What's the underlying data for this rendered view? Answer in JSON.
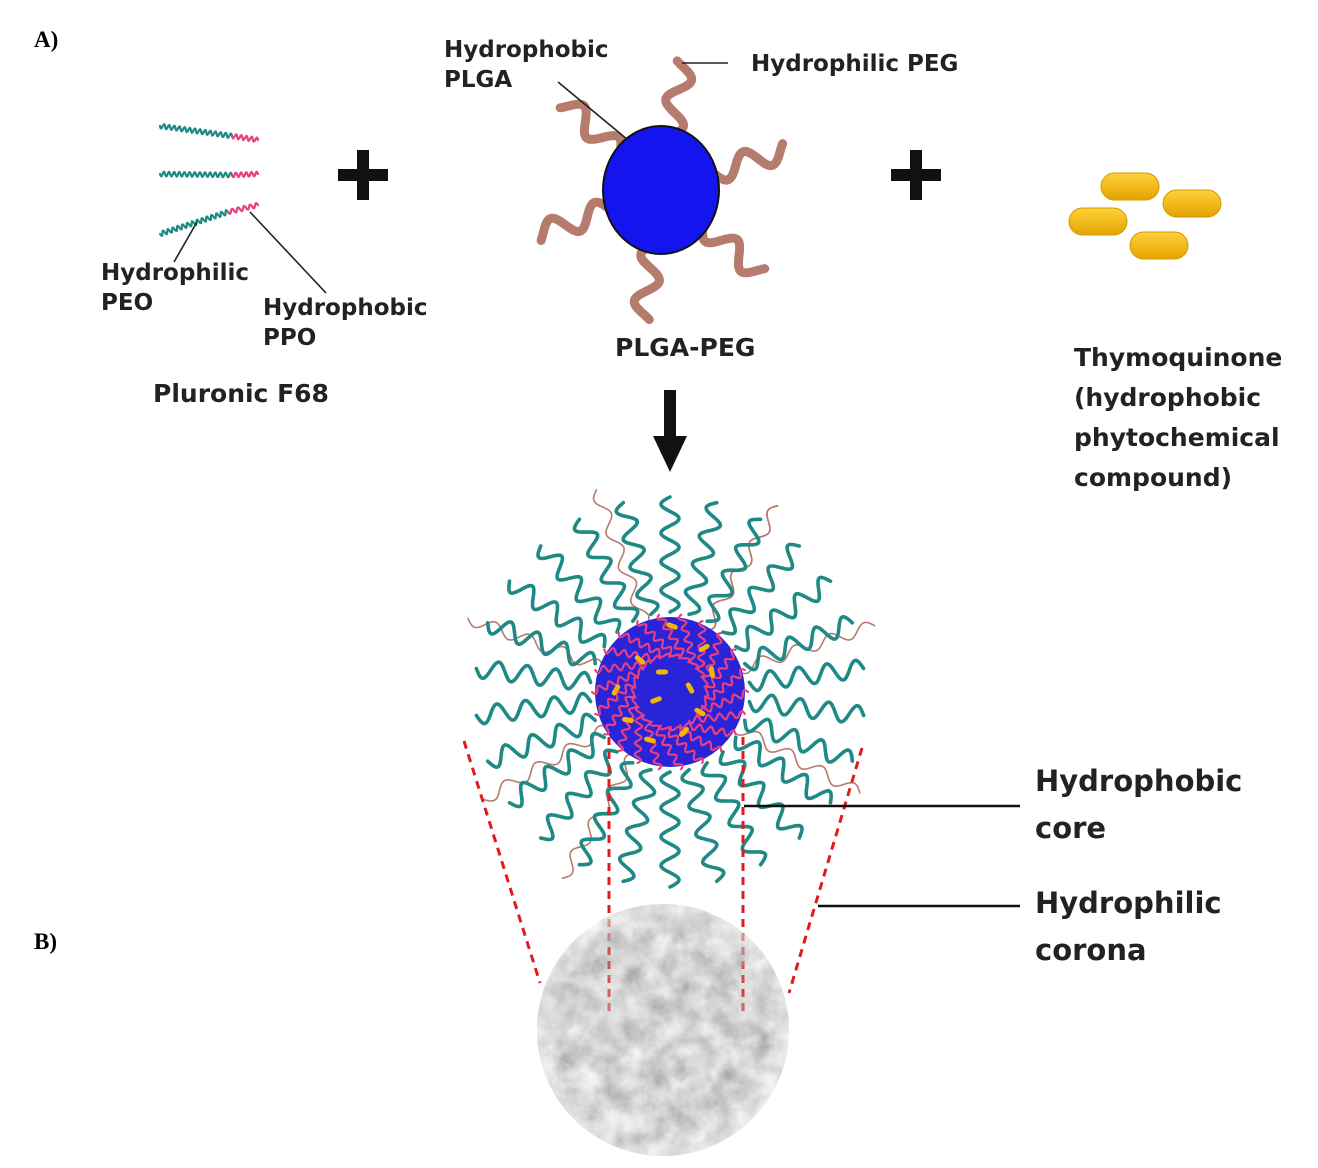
{
  "panels": {
    "a": "A)",
    "b": "B)"
  },
  "pluronic": {
    "name": "Pluronic F68",
    "peo_label": [
      "Hydrophilic",
      "PEO"
    ],
    "ppo_label": [
      "Hydrophobic",
      "PPO"
    ]
  },
  "plga_peg": {
    "name": "PLGA-PEG",
    "plga_label": [
      "Hydrophobic",
      "PLGA"
    ],
    "peg_label": "Hydrophilic PEG"
  },
  "thymoquinone": {
    "label": [
      "Thymoquinone",
      "(hydrophobic",
      "phytochemical",
      "compound)"
    ]
  },
  "micelle": {
    "core_label": [
      "Hydrophobic",
      "core"
    ],
    "corona_label": [
      "Hydrophilic",
      "corona"
    ]
  },
  "colors": {
    "peo": "#1f8a85",
    "ppo": "#e83f7e",
    "peg": "#b57b6c",
    "plga_core": "#1414ee",
    "drug": "#f2b705",
    "guide_dash": "#e01b1b"
  },
  "icons": [
    "plus-icon",
    "down-arrow-icon",
    "polymer-chain-icon",
    "nanoparticle-tem-image"
  ]
}
